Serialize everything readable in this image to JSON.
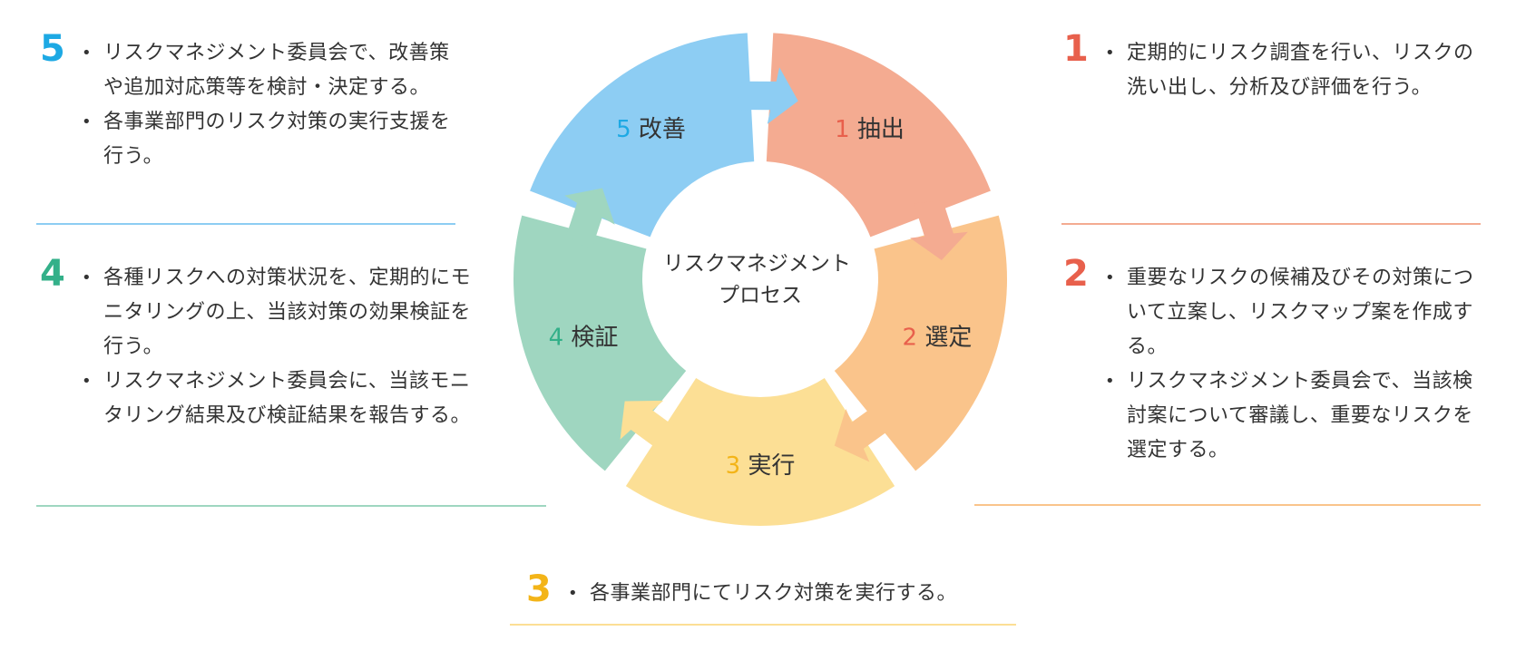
{
  "center_title": [
    "リスクマネジメント",
    "プロセス"
  ],
  "colors": {
    "step1": "#F4AB91",
    "step2": "#FAC48B",
    "step3": "#FCDF95",
    "step4": "#9FD6C0",
    "step5": "#8DCDF3",
    "num1": "#E8604C",
    "num2": "#E8604C",
    "num3": "#F3B418",
    "num4": "#33B089",
    "num5": "#1DA9E4"
  },
  "steps": [
    {
      "num": "1",
      "name": "抽出",
      "bullets": [
        "定期的にリスク調査を行い、リスクの洗い出し、分析及び評価を行う。"
      ]
    },
    {
      "num": "2",
      "name": "選定",
      "bullets": [
        "重要なリスクの候補及びその対策について立案し、リスクマップ案を作成する。",
        "リスクマネジメント委員会で、当該検討案について審議し、重要なリスクを選定する。"
      ]
    },
    {
      "num": "3",
      "name": "実行",
      "bullets": [
        "各事業部門にてリスク対策を実行する。"
      ]
    },
    {
      "num": "4",
      "name": "検証",
      "bullets": [
        "各種リスクへの対策状況を、定期的にモニタリングの上、当該対策の効果検証を行う。",
        "リスクマネジメント委員会に、当該モニタリング結果及び検証結果を報告する。"
      ]
    },
    {
      "num": "5",
      "name": "改善",
      "bullets": [
        "リスクマネジメント委員会で、改善策や追加対応策等を検討・決定する。",
        "各事業部門のリスク対策の実行支援を行う。"
      ]
    }
  ]
}
